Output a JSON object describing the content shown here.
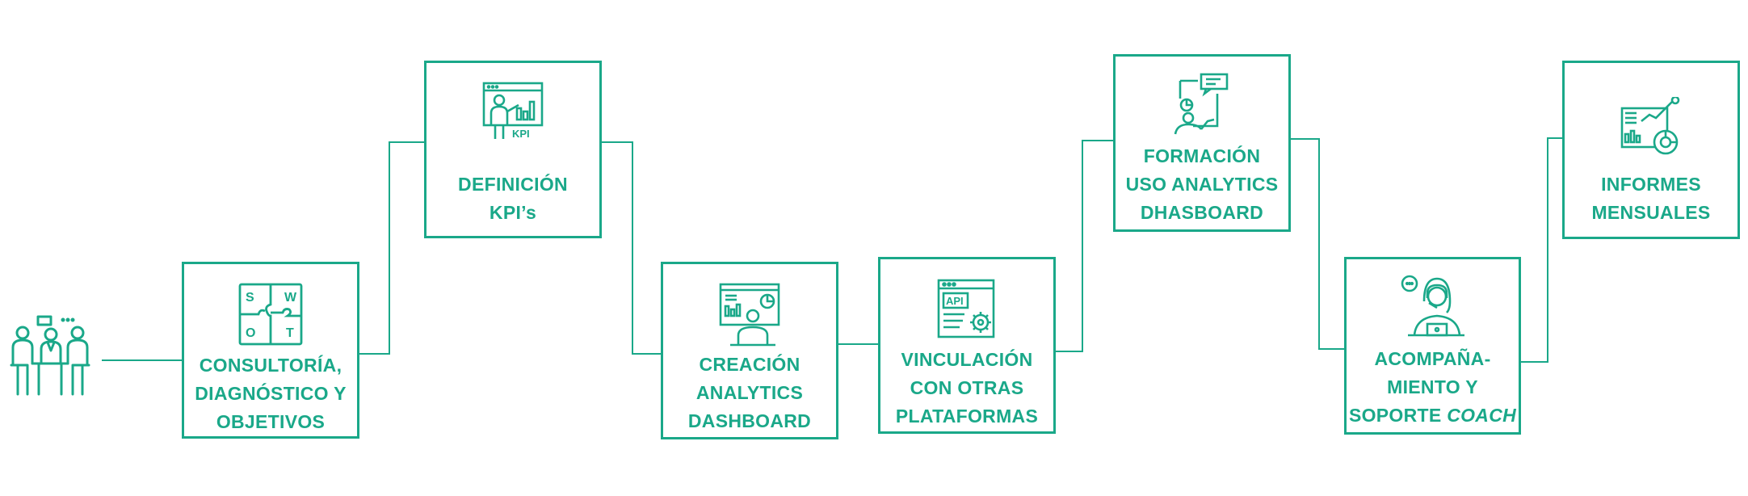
{
  "accent_color": "#1aa889",
  "steps": [
    {
      "id": "consultoria",
      "icon": "swot-puzzle-icon",
      "lines": [
        "CONSULTORÍA,",
        "DIAGNÓSTICO Y",
        "OBJETIVOS"
      ]
    },
    {
      "id": "kpi",
      "icon": "kpi-presentation-icon",
      "lines": [
        "DEFINICIÓN",
        "KPI’s"
      ]
    },
    {
      "id": "dashboard",
      "icon": "analytics-dashboard-icon",
      "lines": [
        "CREACIÓN",
        "ANALYTICS",
        "DASHBOARD"
      ]
    },
    {
      "id": "vinculacion",
      "icon": "api-gear-icon",
      "lines": [
        "VINCULACIÓN",
        "CON OTRAS",
        "PLATAFORMAS"
      ]
    },
    {
      "id": "formacion",
      "icon": "training-presenter-icon",
      "lines": [
        "FORMACIÓN",
        "USO ANALYTICS",
        "DHASBOARD"
      ]
    },
    {
      "id": "acompanamiento",
      "icon": "support-headset-icon",
      "lines": [
        "ACOMPAÑA-",
        "MIENTO Y",
        "SOPORTE"
      ],
      "emphasis": "COACH"
    },
    {
      "id": "informes",
      "icon": "monthly-report-icon",
      "lines": [
        "INFORMES",
        "MENSUALES"
      ]
    }
  ],
  "icon_text": {
    "swot_s": "S",
    "swot_w": "W",
    "swot_o": "O",
    "swot_t": "T",
    "kpi": "KPI",
    "api": "API"
  }
}
